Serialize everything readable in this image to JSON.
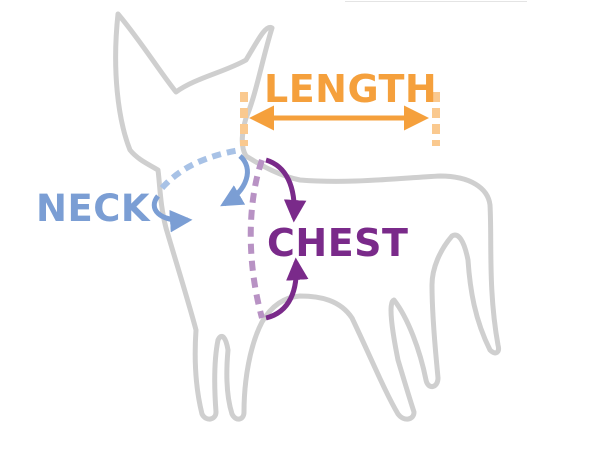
{
  "diagram": {
    "labels": {
      "length": "LENGTH",
      "neck": "NECK",
      "chest": "CHEST"
    },
    "colors": {
      "length": "#f5a03c",
      "length_marker": "#fac98f",
      "neck": "#7b9ed4",
      "neck_dashed": "#a8c2e6",
      "chest": "#7a2a8a",
      "chest_dashed": "#b892c4",
      "outline": "#cfcfcf",
      "background": "#ffffff"
    },
    "icons": [
      "dog-silhouette",
      "double-arrow",
      "curved-arrow"
    ]
  }
}
